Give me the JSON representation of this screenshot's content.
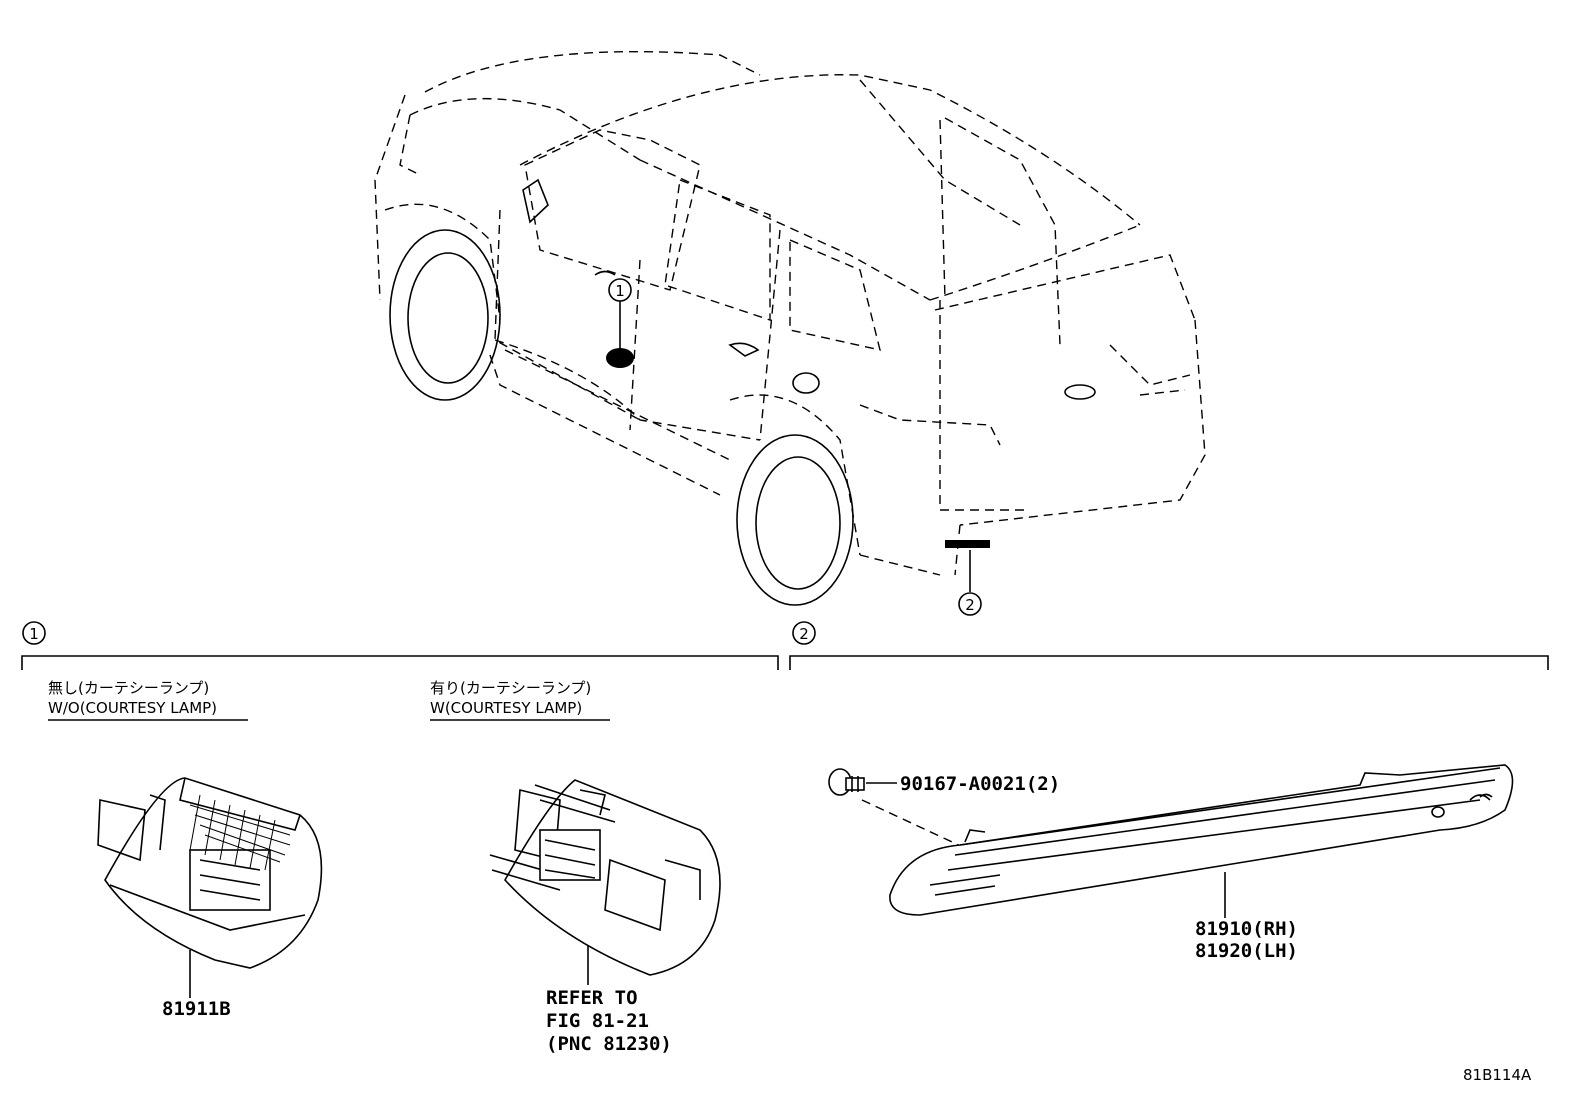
{
  "callouts": {
    "one": "1",
    "two": "2"
  },
  "section1": {
    "left": {
      "jp": "無し(カーテシーランプ)",
      "en": "W/O(COURTESY LAMP)",
      "part": "81911B"
    },
    "right": {
      "jp": "有り(カーテシーランプ)",
      "en": "W(COURTESY LAMP)",
      "refer_line1": "REFER TO",
      "refer_line2": "FIG 81-21",
      "refer_line3": "(PNC 81230)"
    }
  },
  "section2": {
    "screw": "90167-A0021(2)",
    "reflector_rh": "81910(RH)",
    "reflector_lh": "81920(LH)"
  },
  "figure_code": "81B114A"
}
